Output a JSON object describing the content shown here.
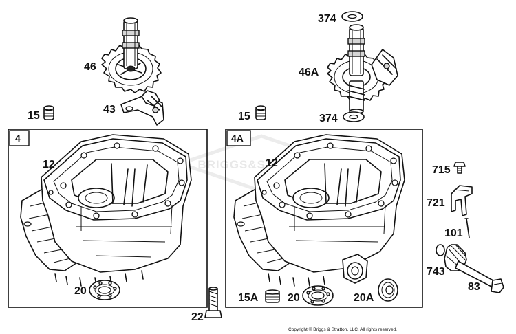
{
  "boxes": {
    "box_4": "4",
    "box_4a": "4A"
  },
  "parts": {
    "p46": "46",
    "p43": "43",
    "p15_left": "15",
    "p12_left": "12",
    "p20_left": "20",
    "p22": "22",
    "p374_top": "374",
    "p46a": "46A",
    "p374_bottom": "374",
    "p15_right": "15",
    "p12_right": "12",
    "p15a": "15A",
    "p20_right": "20",
    "p20a": "20A",
    "p715": "715",
    "p721": "721",
    "p101": "101",
    "p743": "743",
    "p83": "83"
  },
  "watermark": "BRIGGS&STRATTON",
  "copyright": "Copyright © Briggs & Stratton, LLC. All rights reserved."
}
